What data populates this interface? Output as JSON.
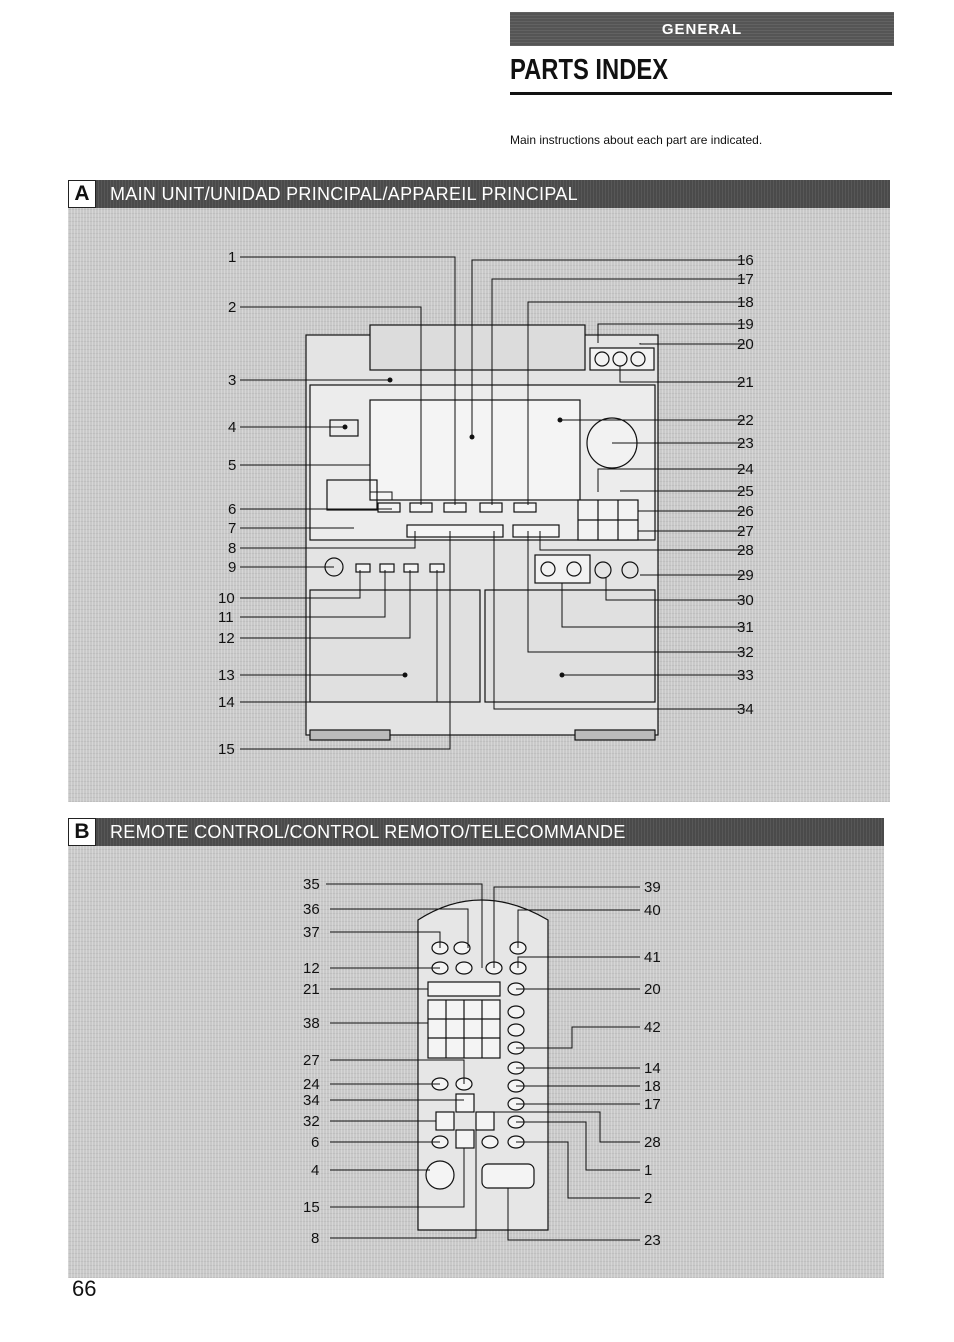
{
  "header": {
    "section_tag": "GENERAL",
    "title": "PARTS INDEX",
    "note": "Main instructions about each part are indicated."
  },
  "section_a": {
    "letter": "A",
    "title": "MAIN UNIT/UNIDAD PRINCIPAL/APPAREIL PRINCIPAL",
    "callouts_left": [
      "1",
      "2",
      "3",
      "4",
      "5",
      "6",
      "7",
      "8",
      "9",
      "10",
      "11",
      "12",
      "13",
      "14",
      "15"
    ],
    "callouts_right": [
      "16",
      "17",
      "18",
      "19",
      "20",
      "21",
      "22",
      "23",
      "24",
      "25",
      "26",
      "27",
      "28",
      "29",
      "30",
      "31",
      "32",
      "33",
      "34"
    ]
  },
  "section_b": {
    "letter": "B",
    "title": "REMOTE CONTROL/CONTROL REMOTO/TELECOMMANDE",
    "callouts_left": [
      "35",
      "36",
      "37",
      "12",
      "21",
      "38",
      "27",
      "24",
      "34",
      "32",
      "6",
      "4",
      "15",
      "8"
    ],
    "callouts_right": [
      "39",
      "40",
      "41",
      "20",
      "42",
      "14",
      "18",
      "17",
      "28",
      "1",
      "2",
      "23"
    ]
  },
  "page_number": "66"
}
